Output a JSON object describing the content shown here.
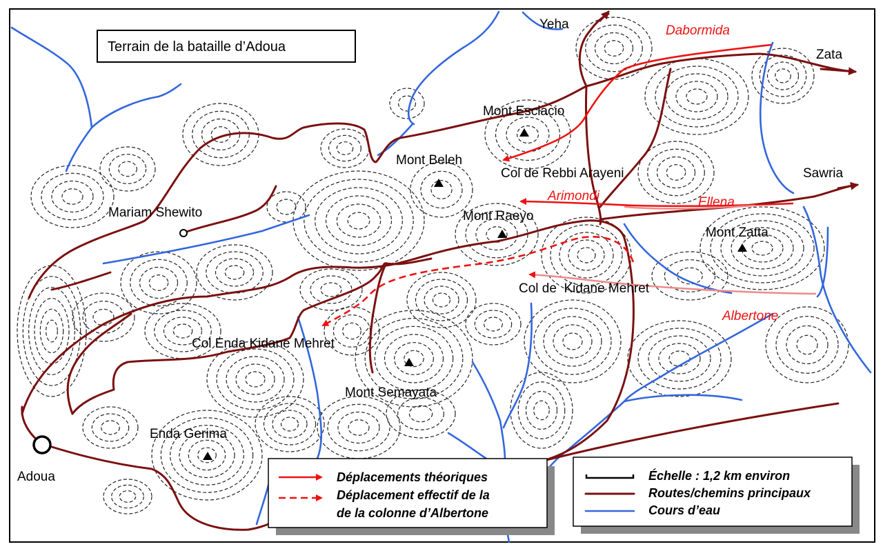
{
  "map": {
    "title": "Terrain de la bataille d’Adoua",
    "places": {
      "yeha": "Yeha",
      "zata": "Zata",
      "sawria": "Sawria",
      "mont_esciacio": "Mont Esciacio",
      "mont_beleh": "Mont Beleh",
      "col_rebbi_arayeni": "Col de Rebbi Arayeni",
      "mariam_shewito": "Mariam Shewito",
      "mont_raeyo": "Mont Raeyo",
      "mont_zatta": "Mont Zatta",
      "col_kidane_mehret": "Col de  Kidane Mehret",
      "col_enda_kidane_mehret": "Col Enda Kidane Mehret",
      "mont_semayata": "Mont Semayata",
      "enda_gerima": "Enda Gerima",
      "adoua": "Adoua"
    },
    "armies": {
      "dabormida": "Dabormida",
      "arimondi": "Arimondi",
      "ellena": "Ellena",
      "albertone": "Albertone"
    },
    "colors": {
      "road": "#7b1010",
      "river": "#3366dd",
      "movement": "#ee1111",
      "contour": "#222222"
    }
  },
  "legend_left": {
    "theoretical": "Déplacements théoriques",
    "actual_line1": "Déplacement effectif de la",
    "actual_line2": "de la colonne d’Albertone"
  },
  "legend_right": {
    "scale": "Échelle : 1,2 km environ",
    "roads": "Routes/chemins principaux",
    "rivers": "Cours d’eau"
  },
  "icons": {
    "summit": "triangle-icon",
    "village": "circle-icon",
    "town": "large-circle-icon"
  }
}
